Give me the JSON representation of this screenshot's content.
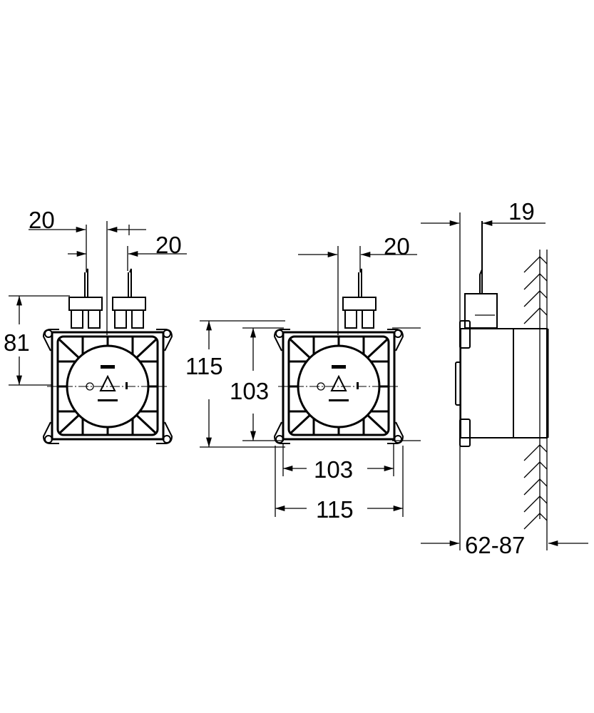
{
  "drawing": {
    "left_view": {
      "dim_top_a": "20",
      "dim_top_b": "20",
      "dim_height": "81"
    },
    "middle_view": {
      "dim_top": "20",
      "dim_outer_height": "115",
      "dim_inner_height": "103",
      "dim_inner_width": "103",
      "dim_outer_width": "115"
    },
    "side_view": {
      "dim_top": "19",
      "dim_depth": "62-87"
    },
    "colors": {
      "line": "#000000",
      "background": "#ffffff"
    }
  }
}
